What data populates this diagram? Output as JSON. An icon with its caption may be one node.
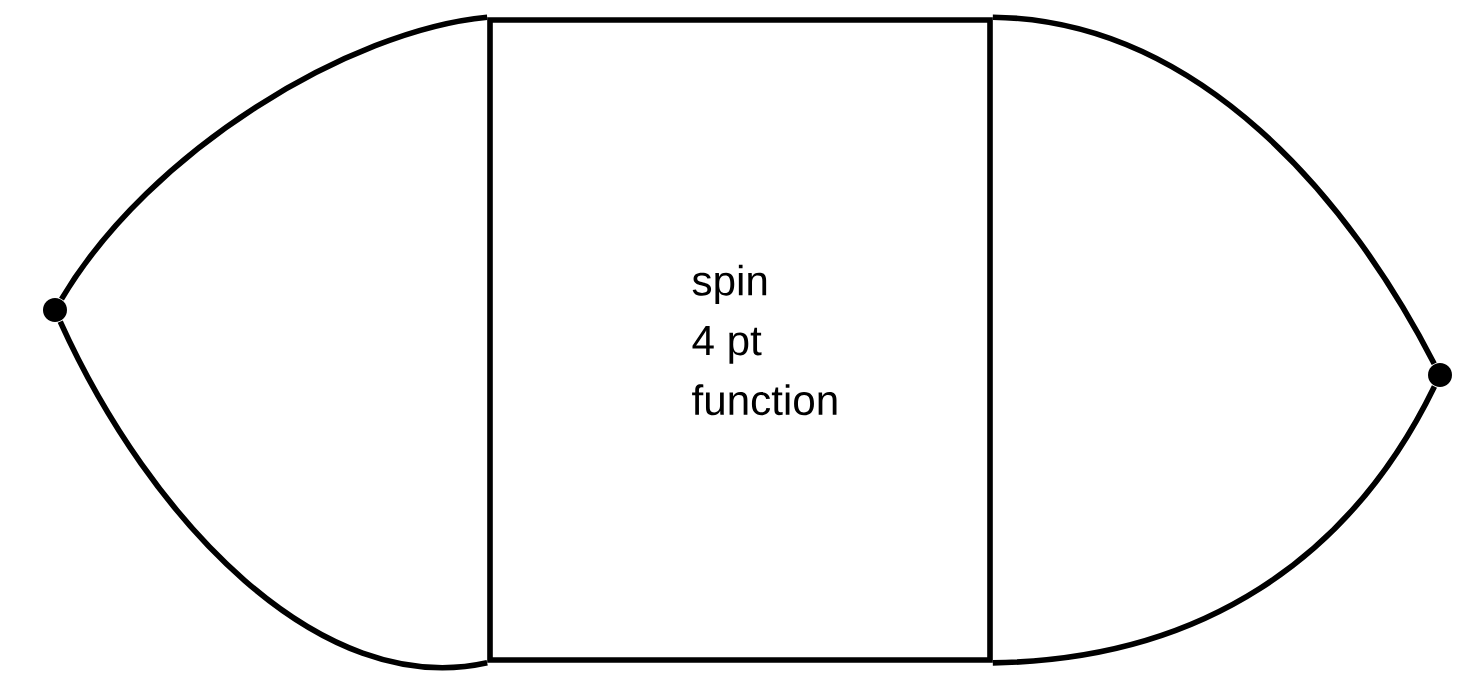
{
  "diagram": {
    "nodes": [
      {
        "text": [],
        "shape": "circle"
      },
      {
        "text": [
          "spin 4 pt function"
        ]
      },
      {
        "text": [],
        "shape": "circle"
      }
    ],
    "edges": [
      {
        "from": 0,
        "to": 1,
        "arrow": "none"
      },
      {
        "from": 0,
        "to": 1,
        "arrow": "none"
      },
      {
        "from": 1,
        "to": 2,
        "arrow": "none"
      },
      {
        "from": 1,
        "to": 2,
        "arrow": "none"
      }
    ]
  }
}
